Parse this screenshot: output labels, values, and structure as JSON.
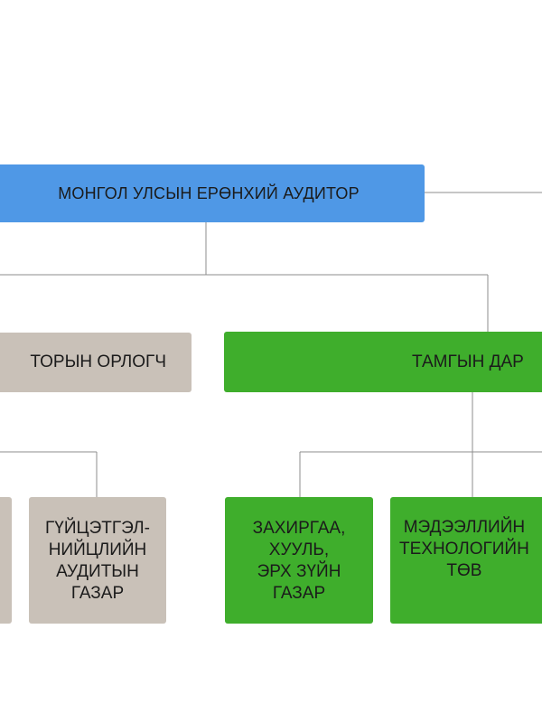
{
  "nodes": {
    "top": {
      "label": "МОНГОЛ УЛСЫН ЕРӨНХИЙ АУДИТОР",
      "color": "#4f98e6"
    },
    "deputy": {
      "label": "ТОРЫН ОРЛОГЧ",
      "color": "#c9c1b8"
    },
    "secretariat": {
      "label": "ТАМГЫН ДАР",
      "color": "#3fae2c"
    },
    "performance_audit": {
      "label": "ГҮЙЦЭТГЭЛ-\nНИЙЦЛИЙН\nАУДИТЫН\nГАЗАР",
      "color": "#c9c1b8"
    },
    "admin_legal": {
      "label": "ЗАХИРГАА,\nХУУЛЬ,\nЭРХ ЗҮЙН\nГАЗАР",
      "color": "#3fae2c"
    },
    "it_center": {
      "label": "МЭДЭЭЛЛИЙН\nТЕХНОЛОГИЙН\nТӨВ",
      "color": "#3fae2c"
    }
  }
}
